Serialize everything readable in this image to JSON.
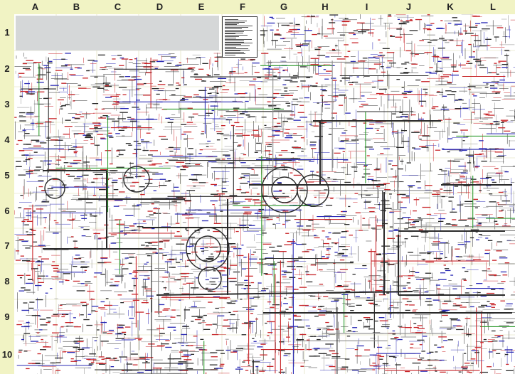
{
  "columns": [
    "A",
    "B",
    "C",
    "D",
    "E",
    "F",
    "G",
    "H",
    "I",
    "J",
    "K",
    "L"
  ],
  "rows": [
    "1",
    "2",
    "3",
    "4",
    "5",
    "6",
    "7",
    "8",
    "9",
    "10"
  ],
  "colors": {
    "header_background": "#f1f3c4",
    "grid_line": "#d9dab0",
    "title_placeholder": "#d5d7d8",
    "pathway_black": "#2a2a2a",
    "pathway_blue": "#2b2bb5",
    "pathway_red": "#c8262a",
    "pathway_green": "#2c9a2c",
    "pathway_gray": "#8a8a8a"
  },
  "map": {
    "content": "dense metabolic pathway chart, labels too small to read",
    "title_area": "blank gray placeholder",
    "legend": "small legend box"
  }
}
